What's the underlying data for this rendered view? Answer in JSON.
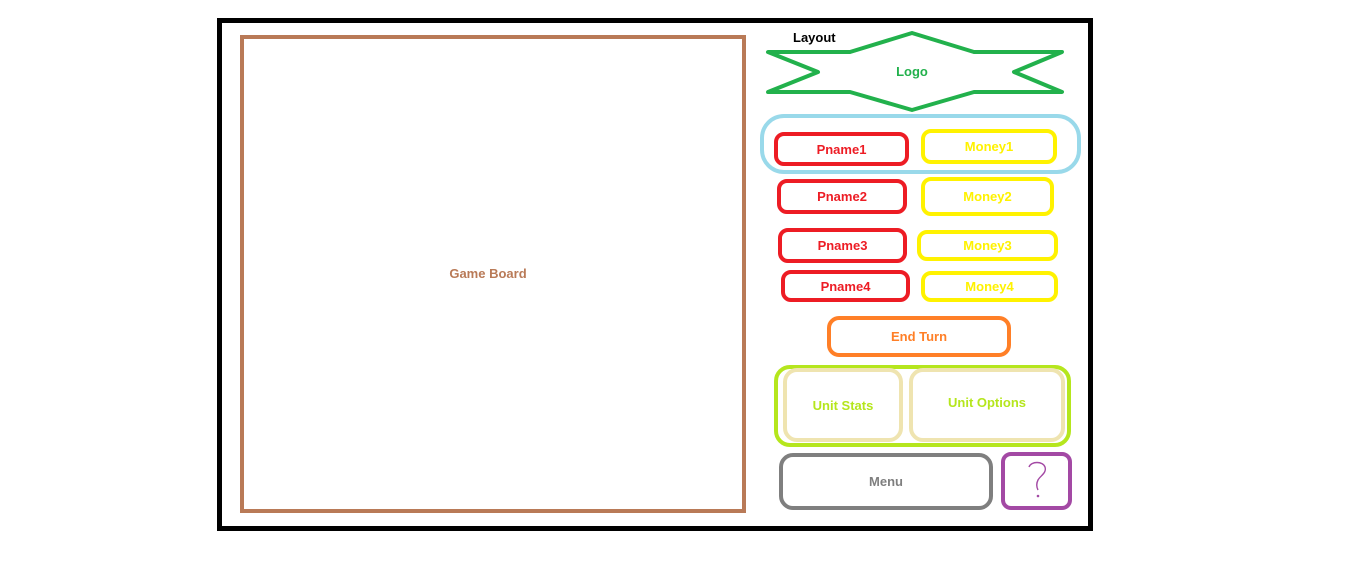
{
  "layout_title": "Layout",
  "logo": {
    "label": "Logo",
    "color": "#22b14c"
  },
  "game_board": {
    "label": "Game Board",
    "color": "#b97a57"
  },
  "players": [
    {
      "name": "Pname1",
      "money": "Money1"
    },
    {
      "name": "Pname2",
      "money": "Money2"
    },
    {
      "name": "Pname3",
      "money": "Money3"
    },
    {
      "name": "Pname4",
      "money": "Money4"
    }
  ],
  "buttons": {
    "end_turn": "End Turn",
    "unit_stats": "Unit Stats",
    "unit_options": "Unit Options",
    "menu": "Menu",
    "help_icon": "question-mark-icon"
  },
  "colors": {
    "frame": "#000000",
    "current_player_group": "#99d9ea",
    "player_name": "#ed1c24",
    "money": "#fff200",
    "end_turn": "#ff7f27",
    "unit_group": "#b5e61d",
    "unit_button": "#efe4b0",
    "menu": "#7f7f7f",
    "help": "#a349a4"
  }
}
